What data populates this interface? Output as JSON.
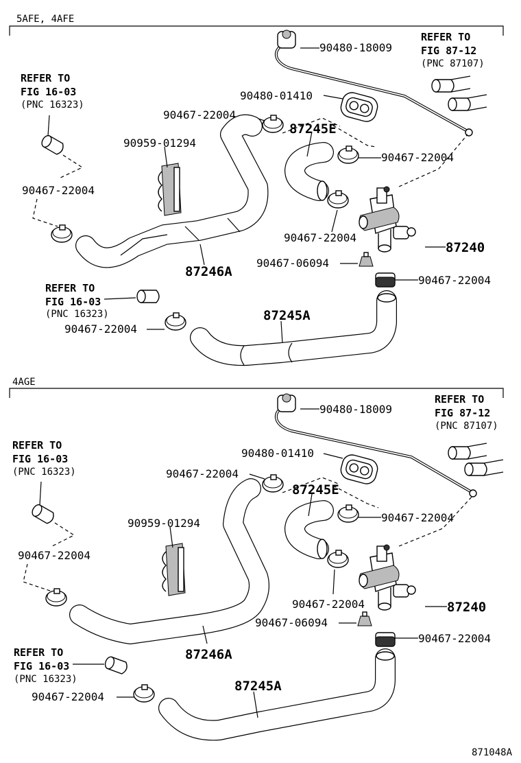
{
  "sections": [
    {
      "title": "5AFE, 4AFE",
      "refs": [
        {
          "line1": "REFER TO",
          "line2": "FIG 87-12",
          "line3": "(PNC 87107)"
        },
        {
          "line1": "REFER TO",
          "line2": "FIG 16-03",
          "line3": "(PNC 16323)"
        },
        {
          "line1": "REFER TO",
          "line2": "FIG 16-03",
          "line3": "(PNC 16323)"
        }
      ],
      "labels": {
        "cable": "90480-18009",
        "grommet": "90480-01410",
        "clamp_top": "90467-22004",
        "hose_e": "87245E",
        "clamp_e_right": "90467-22004",
        "bracket": "90959-01294",
        "clamp_left": "90467-22004",
        "clamp_valve": "90467-22004",
        "valve": "87240",
        "clip": "90467-06094",
        "clamp_a_top": "90467-22004",
        "hose_b": "87246A",
        "hose_a": "87245A",
        "clamp_bottom": "90467-22004"
      }
    },
    {
      "title": "4AGE",
      "refs": [
        {
          "line1": "REFER TO",
          "line2": "FIG 87-12",
          "line3": "(PNC 87107)"
        },
        {
          "line1": "REFER TO",
          "line2": "FIG 16-03",
          "line3": "(PNC 16323)"
        },
        {
          "line1": "REFER TO",
          "line2": "FIG 16-03",
          "line3": "(PNC 16323)"
        }
      ],
      "labels": {
        "cable": "90480-18009",
        "grommet": "90480-01410",
        "clamp_top": "90467-22004",
        "hose_e": "87245E",
        "clamp_e_right": "90467-22004",
        "bracket": "90959-01294",
        "clamp_left": "90467-22004",
        "clamp_valve": "90467-22004",
        "valve": "87240",
        "clip": "90467-06094",
        "clamp_a_top": "90467-22004",
        "hose_b": "87246A",
        "hose_a": "87245A",
        "clamp_bottom": "90467-22004"
      }
    }
  ],
  "figure_code": "871048A"
}
